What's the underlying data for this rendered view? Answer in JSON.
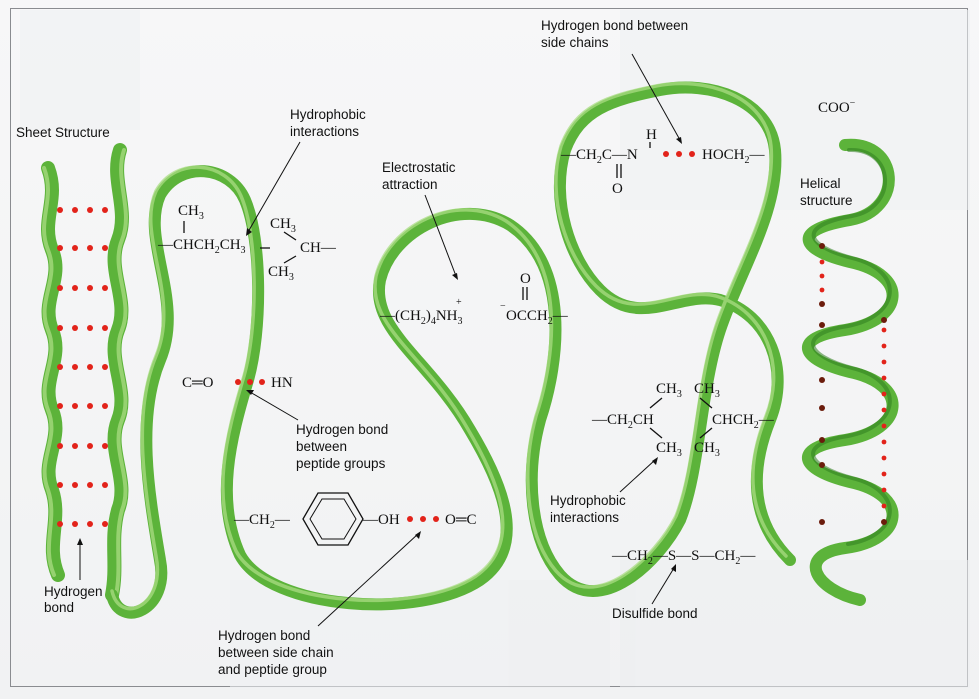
{
  "labels": {
    "sheet_structure": "Sheet Structure",
    "hydrogen_bond": "Hydrogen",
    "hydrogen_bond_2": "bond",
    "hydrophobic_top_1": "Hydrophobic",
    "hydrophobic_top_2": "interactions",
    "electrostatic_1": "Electrostatic",
    "electrostatic_2": "attraction",
    "hbond_side_1": "Hydrogen bond between",
    "hbond_side_2": "side chains",
    "helical_1": "Helical",
    "helical_2": "structure",
    "hbond_peptide_1": "Hydrogen bond",
    "hbond_peptide_2": "between",
    "hbond_peptide_3": "peptide groups",
    "hbond_sidepep_1": "Hydrogen bond",
    "hbond_sidepep_2": "between side chain",
    "hbond_sidepep_3": "and peptide group",
    "hydrophobic_bot_1": "Hydrophobic",
    "hydrophobic_bot_2": "interactions",
    "disulfide": "Disulfide bond"
  },
  "chem": {
    "ch3": "CH",
    "sub3": "3",
    "chch2ch3": "—CHCH",
    "ch_dash": "CH—",
    "ch2_frag": "—CH",
    "co_o": "C═O",
    "hn": "HN",
    "ch2ch2n": "—(CH",
    "nh3": "NH",
    "plus": "+",
    "o_top": "O",
    "occh2": "OCCH",
    "minus": "−",
    "ch2c": "—CH",
    "c_frag": "C—N",
    "h_top": "H",
    "hoch2": "HOCH",
    "coo": "COO",
    "ch2ch": "—CH",
    "chch2": "CHCH",
    "oh": "—OH",
    "o_eq_c": "O═C",
    "disulfide_chain": "—CH",
    "s_s": "—S—S—CH",
    "sub2": "2",
    "sub4": "4"
  },
  "colors": {
    "ribbon": "#5cb33a",
    "ribbon_dark": "#2f7d1f",
    "ribbon_light": "#a9dc83",
    "bond_dot": "#e2231a",
    "helix_dot": "#6b1c0c"
  }
}
